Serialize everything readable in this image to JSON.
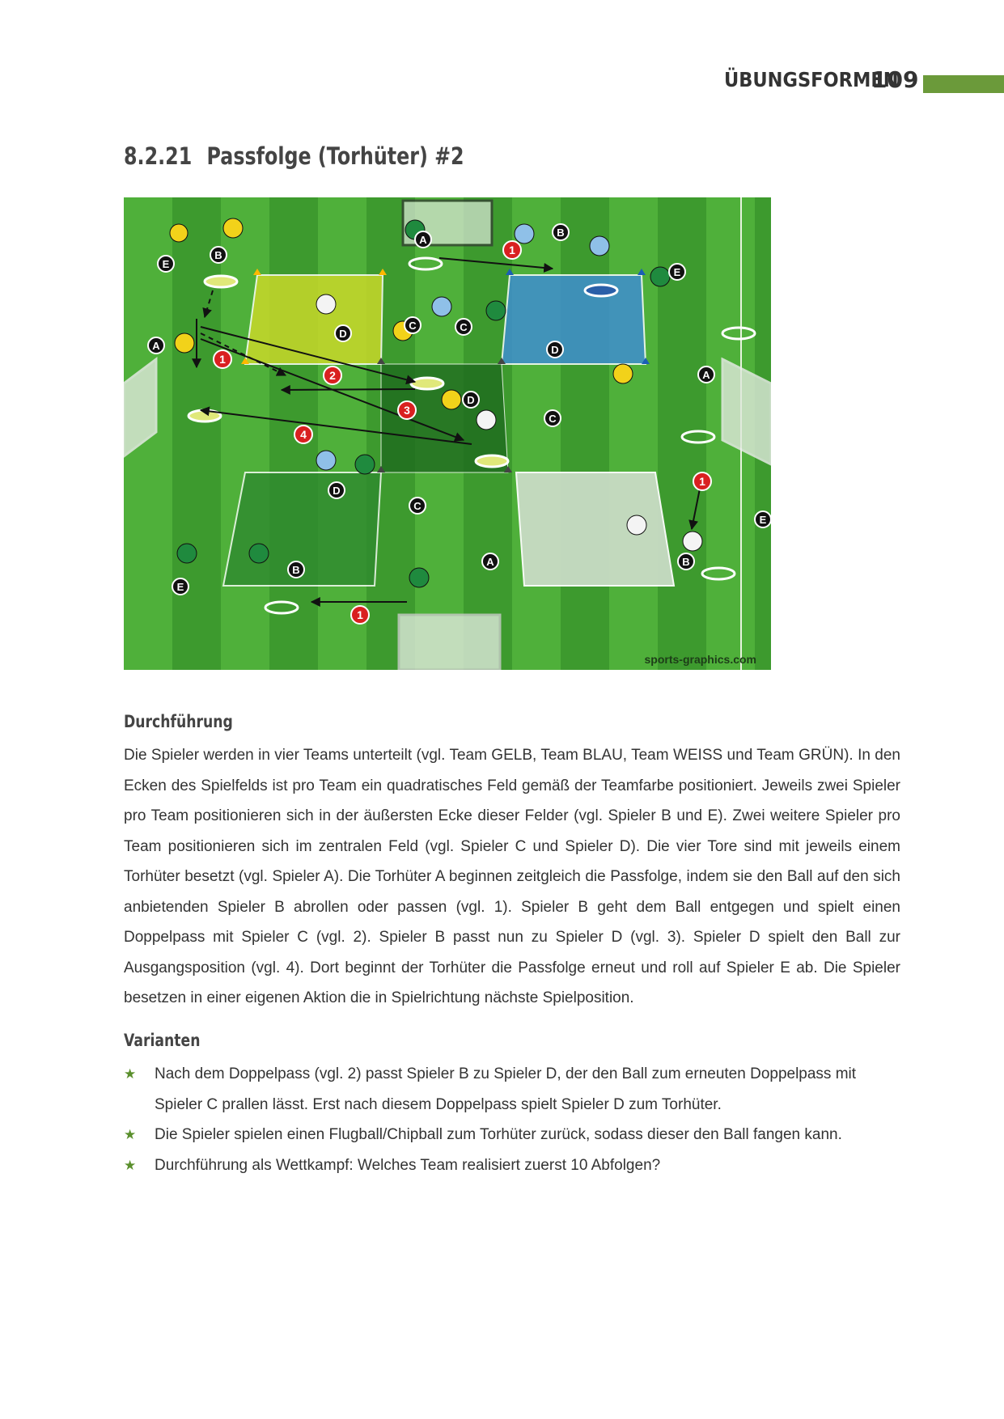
{
  "header": {
    "title": "ÜBUNGSFORMEN",
    "page_number": "109",
    "accent_color": "#6b9a3a"
  },
  "section": {
    "number": "8.2.21",
    "title": "Passfolge (Torhüter) #2"
  },
  "figure": {
    "watermark": "sports-graphics.com",
    "player_labels": [
      "A",
      "B",
      "C",
      "D",
      "E"
    ],
    "step_numbers": [
      "1",
      "2",
      "3",
      "4"
    ]
  },
  "durchfuehrung": {
    "heading": "Durchführung",
    "text": "Die Spieler werden in vier Teams unterteilt (vgl. Team GELB, Team BLAU, Team WEISS und Team GRÜN). In den Ecken des Spielfelds ist pro Team ein quadratisches Feld gemäß der Teamfarbe positioniert. Jeweils zwei Spieler pro Team positionieren sich in der äußersten Ecke dieser Felder (vgl. Spieler B und E). Zwei weitere Spieler pro Team positionieren sich im zentralen Feld (vgl. Spieler C und Spieler D). Die vier Tore sind mit jeweils einem Torhüter besetzt (vgl. Spieler A). Die Torhüter A beginnen zeitgleich die Passfolge, indem sie den Ball auf den sich anbietenden Spieler B abrollen oder passen (vgl. 1). Spieler B geht dem Ball entgegen und spielt einen Doppelpass mit Spieler C (vgl. 2). Spieler B passt nun zu Spieler D (vgl. 3). Spieler D spielt den Ball zur Ausgangsposition (vgl. 4). Dort beginnt der Torhüter die Passfolge erneut und roll auf Spieler E ab. Die Spieler besetzen in einer eigenen Aktion die in Spielrichtung nächste Spielposition."
  },
  "varianten": {
    "heading": "Varianten",
    "items": [
      "Nach dem Doppelpass (vgl. 2) passt Spieler B zu Spieler D, der den Ball zum erneuten Doppelpass mit Spieler C prallen lässt. Erst nach diesem Doppelpass spielt Spieler D zum Torhüter.",
      "Die Spieler spielen einen Flugball/Chipball zum Torhüter zurück, sodass dieser den Ball fangen kann.",
      "Durchführung als Wettkampf: Welches Team realisiert zuerst 10 Abfolgen?"
    ]
  }
}
